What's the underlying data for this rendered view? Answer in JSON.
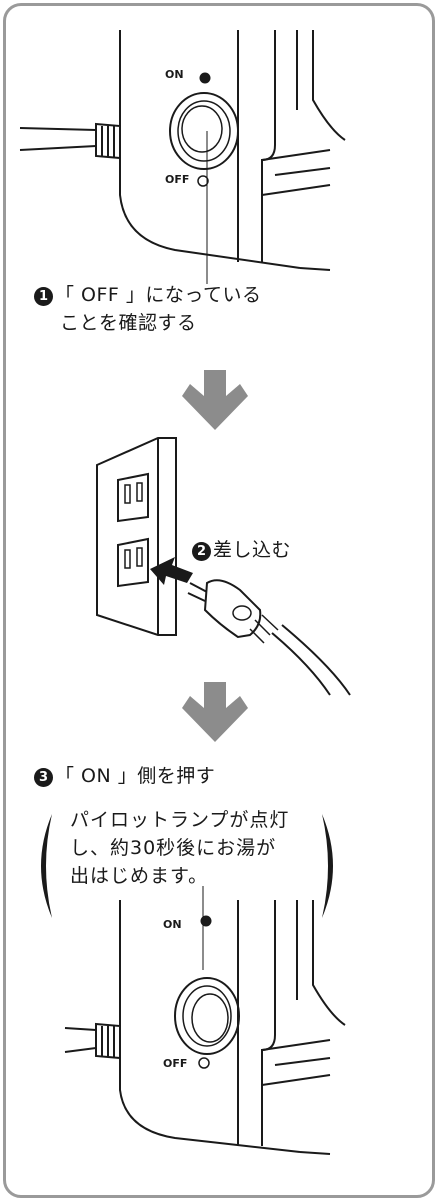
{
  "step1": {
    "number": "1",
    "line1": "「 OFF 」になっている",
    "line2": "ことを確認する"
  },
  "step2": {
    "number": "2",
    "label": "差し込む"
  },
  "step3": {
    "number": "3",
    "label": "「 ON 」側を押す"
  },
  "note": {
    "line1": "パイロットランプが点灯",
    "line2": "し、約30秒後にお湯が",
    "line3": "出はじめます。"
  },
  "switch_top": {
    "on_label": "ON",
    "off_label": "OFF"
  },
  "switch_bottom": {
    "on_label": "ON",
    "off_label": "OFF"
  },
  "colors": {
    "frame": "#9a9a9a",
    "arrow": "#8c8c8c",
    "ink": "#1a1a1a"
  }
}
